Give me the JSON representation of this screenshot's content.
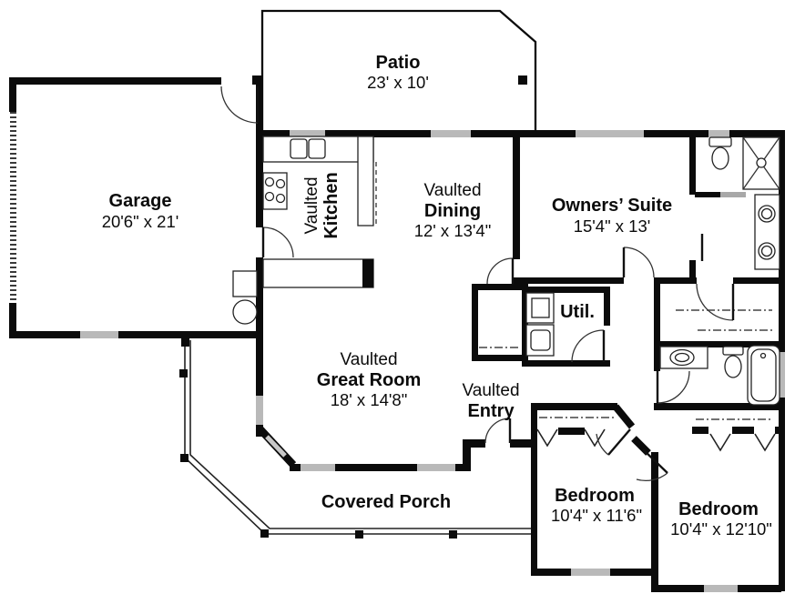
{
  "rooms": {
    "patio": {
      "name": "Patio",
      "dims": "23' x 10'"
    },
    "garage": {
      "name": "Garage",
      "dims": "20'6\" x 21'"
    },
    "kitchen": {
      "prefix": "Vaulted",
      "name": "Kitchen"
    },
    "dining": {
      "prefix": "Vaulted",
      "name": "Dining",
      "dims": "12' x 13'4\""
    },
    "owners_suite": {
      "name": "Owners’ Suite",
      "dims": "15'4\" x 13'"
    },
    "utility": {
      "name": "Util."
    },
    "great_room": {
      "prefix": "Vaulted",
      "name": "Great Room",
      "dims": "18' x 14'8\""
    },
    "entry": {
      "prefix": "Vaulted",
      "name": "Entry"
    },
    "covered_porch": {
      "name": "Covered Porch"
    },
    "bedroom_1": {
      "name": "Bedroom",
      "dims": "10'4\" x 11'6\""
    },
    "bedroom_2": {
      "name": "Bedroom",
      "dims": "10'4\" x 12'10\""
    }
  },
  "colors": {
    "wall": "#0b0b0b",
    "window": "#b9b9b9",
    "background": "#ffffff"
  }
}
